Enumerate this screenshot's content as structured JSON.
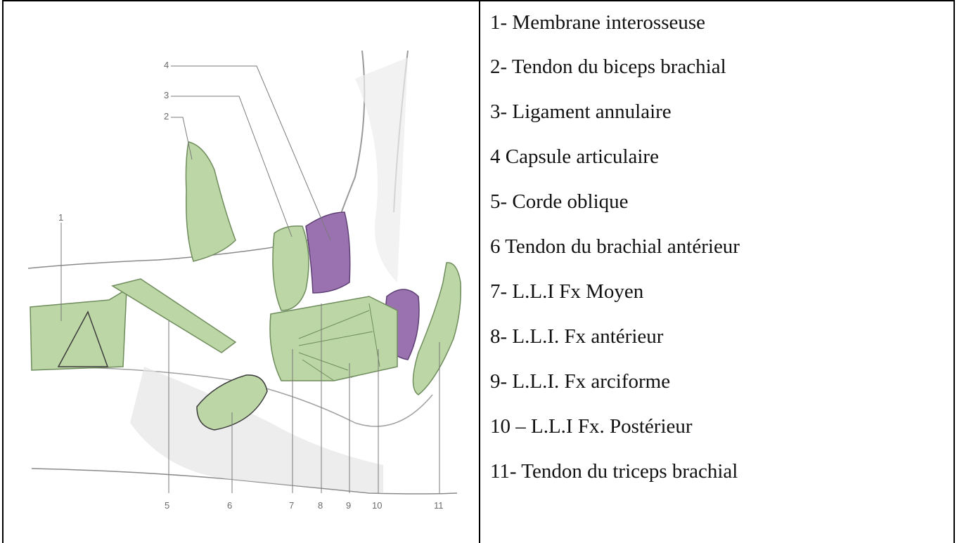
{
  "figure": {
    "numbers": [
      "1",
      "2",
      "3",
      "4",
      "5",
      "6",
      "7",
      "8",
      "9",
      "10",
      "11"
    ]
  },
  "legend": {
    "items": [
      "1- Membrane interosseuse",
      "2- Tendon du biceps brachial",
      "3- Ligament annulaire",
      "4 Capsule articulaire",
      "5- Corde oblique",
      "6 Tendon du brachial antérieur",
      "7- L.L.I Fx Moyen",
      "8- L.L.I. Fx antérieur",
      "9- L.L.I. Fx arciforme",
      "10 – L.L.I Fx. Postérieur",
      "11- Tendon du triceps brachial"
    ]
  },
  "colors": {
    "ligament_green": "#bcd6a6",
    "ligament_stroke": "#6f8c5c",
    "capsule_purple": "#9a72b0",
    "bone_outline": "#7a7a7a"
  }
}
